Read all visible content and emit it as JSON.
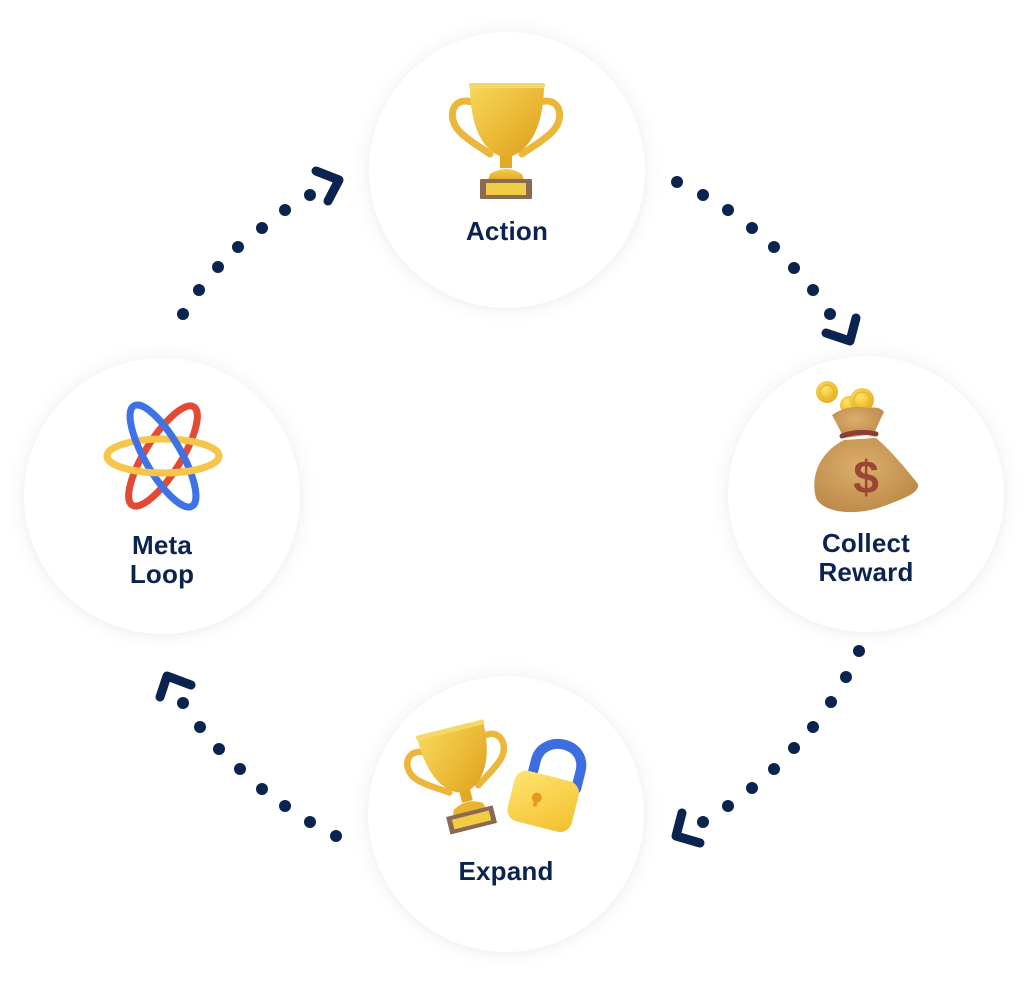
{
  "diagram": {
    "type": "cycle",
    "colors": {
      "text": "#0c2350",
      "connector": "#0b2350",
      "node_background": "#ffffff"
    },
    "nodes": [
      {
        "id": "action",
        "label": "Action",
        "icon": "trophy-icon"
      },
      {
        "id": "reward",
        "label_lines": [
          "Collect",
          "Reward"
        ],
        "icon": "money-bag-icon"
      },
      {
        "id": "expand",
        "label": "Expand",
        "icon": "trophy-and-unlock-icon"
      },
      {
        "id": "meta",
        "label_lines": [
          "Meta",
          "Loop"
        ],
        "icon": "rings-icon"
      }
    ],
    "edges": [
      {
        "from": "meta",
        "to": "action",
        "style": "dotted-arrow"
      },
      {
        "from": "action",
        "to": "reward",
        "style": "dotted-arrow"
      },
      {
        "from": "reward",
        "to": "expand",
        "style": "dotted-arrow"
      },
      {
        "from": "expand",
        "to": "meta",
        "style": "dotted-arrow"
      }
    ]
  }
}
